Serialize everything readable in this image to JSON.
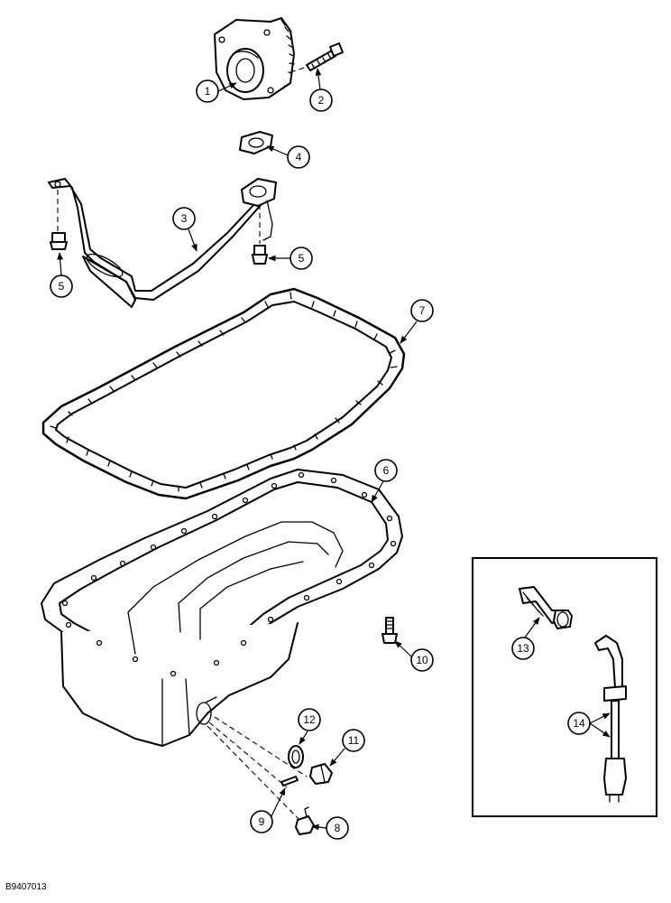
{
  "figure_code": "B9407013",
  "callouts": {
    "c1": "1",
    "c2": "2",
    "c3": "3",
    "c4": "4",
    "c5a": "5",
    "c5b": "5",
    "c6": "6",
    "c7": "7",
    "c8": "8",
    "c9": "9",
    "c10": "10",
    "c11": "11",
    "c12": "12",
    "c13": "13",
    "c14": "14"
  }
}
